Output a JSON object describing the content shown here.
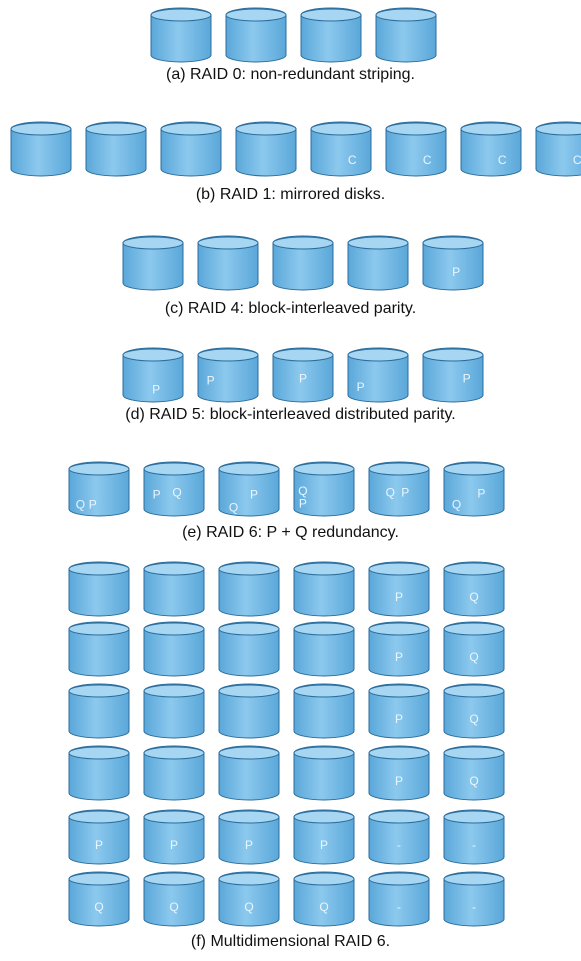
{
  "colors": {
    "disk_body": "#5aa7d9",
    "disk_body_light": "#8cc9ee",
    "disk_top": "#a6d6f2",
    "disk_outline": "#2b6d9c",
    "label": "#eaf6fd"
  },
  "rows": [
    {
      "id": "raid0",
      "disks": [
        [],
        [],
        [],
        []
      ]
    },
    {
      "id": "raid1",
      "disks": [
        [],
        [],
        [],
        [],
        [
          "C"
        ],
        [
          "C"
        ],
        [
          "C"
        ],
        [
          "C"
        ]
      ]
    },
    {
      "id": "raid4",
      "disks": [
        [],
        [],
        [],
        [],
        [
          "P"
        ]
      ]
    },
    {
      "id": "raid5",
      "disks": [
        [
          "P"
        ],
        [
          "P"
        ],
        [
          "P"
        ],
        [
          "P"
        ],
        [
          "P"
        ]
      ]
    },
    {
      "id": "raid6",
      "disks": [
        [
          "Q",
          "P"
        ],
        [
          "P",
          "Q"
        ],
        [
          "Q",
          "P"
        ],
        [
          "Q",
          "P"
        ],
        [
          "Q",
          "P"
        ],
        [
          "Q",
          "P"
        ]
      ]
    },
    {
      "id": "md1",
      "disks": [
        [],
        [],
        [],
        [],
        [
          "P"
        ],
        [
          "Q"
        ]
      ]
    },
    {
      "id": "md2",
      "disks": [
        [],
        [],
        [],
        [],
        [
          "P"
        ],
        [
          "Q"
        ]
      ]
    },
    {
      "id": "md3",
      "disks": [
        [],
        [],
        [],
        [],
        [
          "P"
        ],
        [
          "Q"
        ]
      ]
    },
    {
      "id": "md4",
      "disks": [
        [],
        [],
        [],
        [],
        [
          "P"
        ],
        [
          "Q"
        ]
      ]
    },
    {
      "id": "md5",
      "disks": [
        [
          "P"
        ],
        [
          "P"
        ],
        [
          "P"
        ],
        [
          "P"
        ],
        [
          "-"
        ],
        [
          "-"
        ]
      ]
    },
    {
      "id": "md6",
      "disks": [
        [
          "Q"
        ],
        [
          "Q"
        ],
        [
          "Q"
        ],
        [
          "Q"
        ],
        [
          "-"
        ],
        [
          "-"
        ]
      ]
    }
  ],
  "captions": {
    "a": "(a) RAID 0: non-redundant striping.",
    "b": "(b) RAID 1: mirrored disks.",
    "c": "(c) RAID 4: block-interleaved parity.",
    "d": "(d) RAID 5: block-interleaved distributed parity.",
    "e": "(e) RAID 6: P + Q redundancy.",
    "f": "(f) Multidimensional RAID 6."
  }
}
